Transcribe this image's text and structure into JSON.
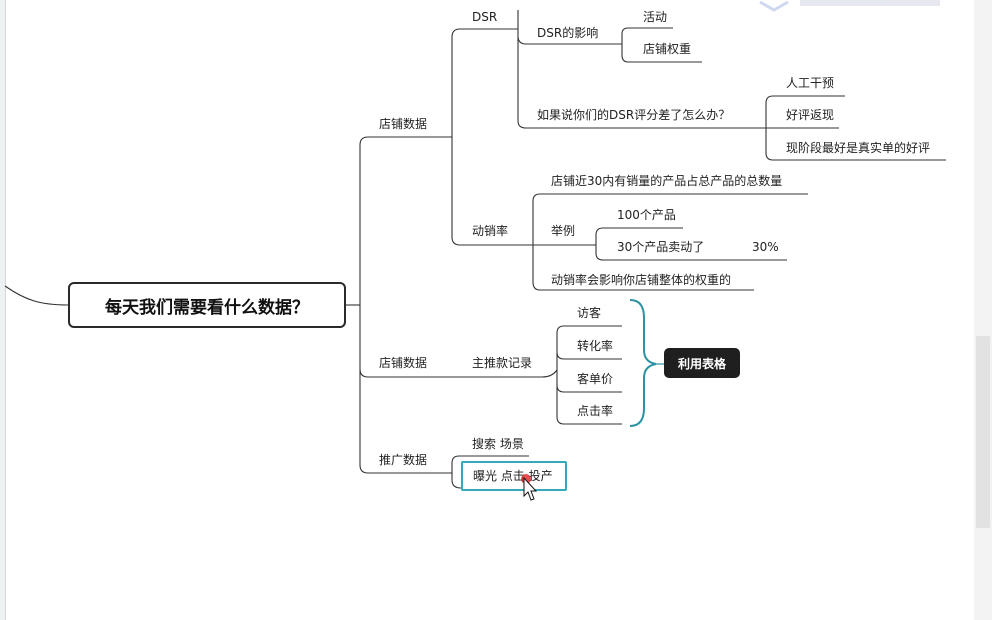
{
  "root": "每天我们需要看什么数据？",
  "branches": {
    "store_data_1": "店铺数据",
    "store_data_2": "店铺数据",
    "promo_data": "推广数据"
  },
  "dsr": {
    "label": "DSR",
    "impact": "DSR的影响",
    "impact_items": [
      "活动",
      "店铺权重"
    ],
    "question": "如果说你们的DSR评分差了怎么办？",
    "answers": [
      "人工干预",
      "好评返现",
      "现阶段最好是真实单的好评"
    ]
  },
  "sell_through": {
    "label": "动销率",
    "definition": "店铺近30内有销量的产品占总产品的总数量",
    "example_label": "举例",
    "example_items": [
      "100个产品",
      "30个产品卖动了"
    ],
    "example_rate": "30%",
    "effect": "动销率会影响你店铺整体的权重的"
  },
  "main_push": {
    "label": "主推款记录",
    "items": [
      "访客",
      "转化率",
      "客单价",
      "点击率"
    ],
    "summary_tag": "利用表格"
  },
  "promo": {
    "search": "搜索 场景",
    "metrics": "曝光 点击 投产"
  },
  "colors": {
    "line": "#333333",
    "brace": "#2b93a4",
    "selection": "#33a9b9",
    "tag_bg": "#1f1f1f",
    "cursor_dot": "#e03030"
  }
}
